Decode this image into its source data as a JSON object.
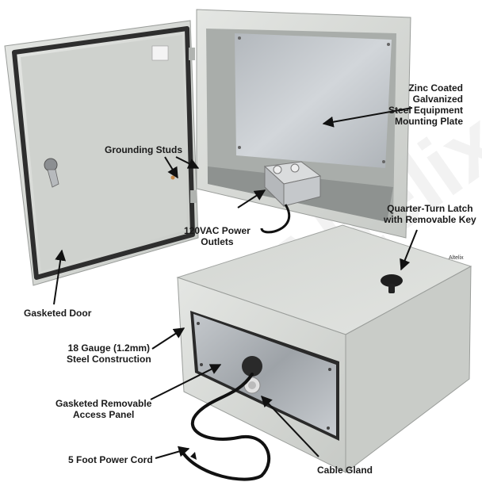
{
  "labels": {
    "grounding_studs": "Grounding Studs",
    "mounting_plate": [
      "Zinc Coated",
      "Galvanized",
      "Steel Equipment",
      "Mounting Plate"
    ],
    "quarter_turn": [
      "Quarter-Turn Latch",
      "with Removable Key"
    ],
    "power_outlets": [
      "120VAC Power",
      "Outlets"
    ],
    "gasketed_door": "Gasketed Door",
    "steel_construction": [
      "18 Gauge (1.2mm)",
      "Steel Construction"
    ],
    "access_panel": [
      "Gasketed Removable",
      "Access Panel"
    ],
    "power_cord": "5 Foot Power Cord",
    "cable_gland": "Cable Gland"
  },
  "brand_badge": "Altelix",
  "watermark": "Altelix",
  "colors": {
    "enclosure_body": "#d9dbd8",
    "enclosure_shadow": "#b9bcb9",
    "gasket": "#3a3a3a",
    "mounting_plate": "#c8ccd0",
    "panel_steel": "#b8bcc0",
    "cord": "#111111",
    "label_text": "#1a1a1a"
  }
}
